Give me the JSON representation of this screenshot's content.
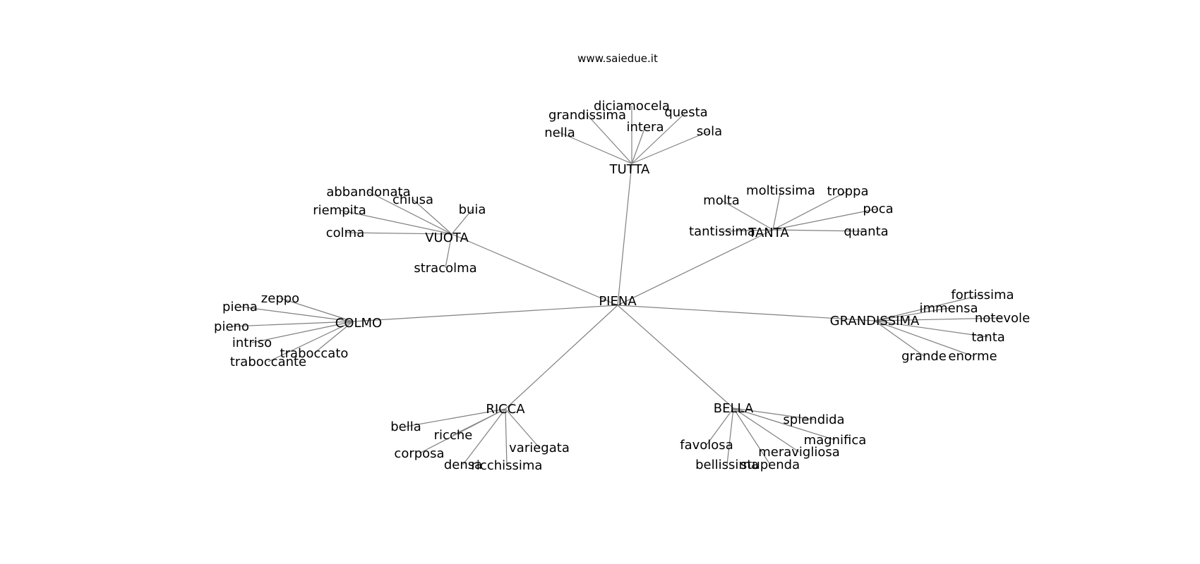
{
  "site_label": "www.saiedue.it",
  "root": "PIENA",
  "groups": [
    {
      "hub": "TUTTA",
      "leaves": [
        "diciamocela",
        "grandissima",
        "questa",
        "intera",
        "nella",
        "sola"
      ]
    },
    {
      "hub": "VUOTA",
      "leaves": [
        "abbandonata",
        "chiusa",
        "riempita",
        "buia",
        "colma",
        "stracolma"
      ]
    },
    {
      "hub": "TANTA",
      "leaves": [
        "moltissima",
        "troppa",
        "molta",
        "poca",
        "tantissima",
        "quanta"
      ]
    },
    {
      "hub": "COLMO",
      "leaves": [
        "zeppo",
        "piena",
        "pieno",
        "intriso",
        "traboccato",
        "traboccante"
      ]
    },
    {
      "hub": "GRANDISSIMA",
      "leaves": [
        "fortissima",
        "immensa",
        "notevole",
        "tanta",
        "grande",
        "enorme"
      ]
    },
    {
      "hub": "RICCA",
      "leaves": [
        "bella",
        "ricche",
        "corposa",
        "variegata",
        "densa",
        "ricchissima"
      ]
    },
    {
      "hub": "BELLA",
      "leaves": [
        "splendida",
        "favolosa",
        "magnifica",
        "meravigliosa",
        "bellissima",
        "stupenda"
      ]
    }
  ]
}
